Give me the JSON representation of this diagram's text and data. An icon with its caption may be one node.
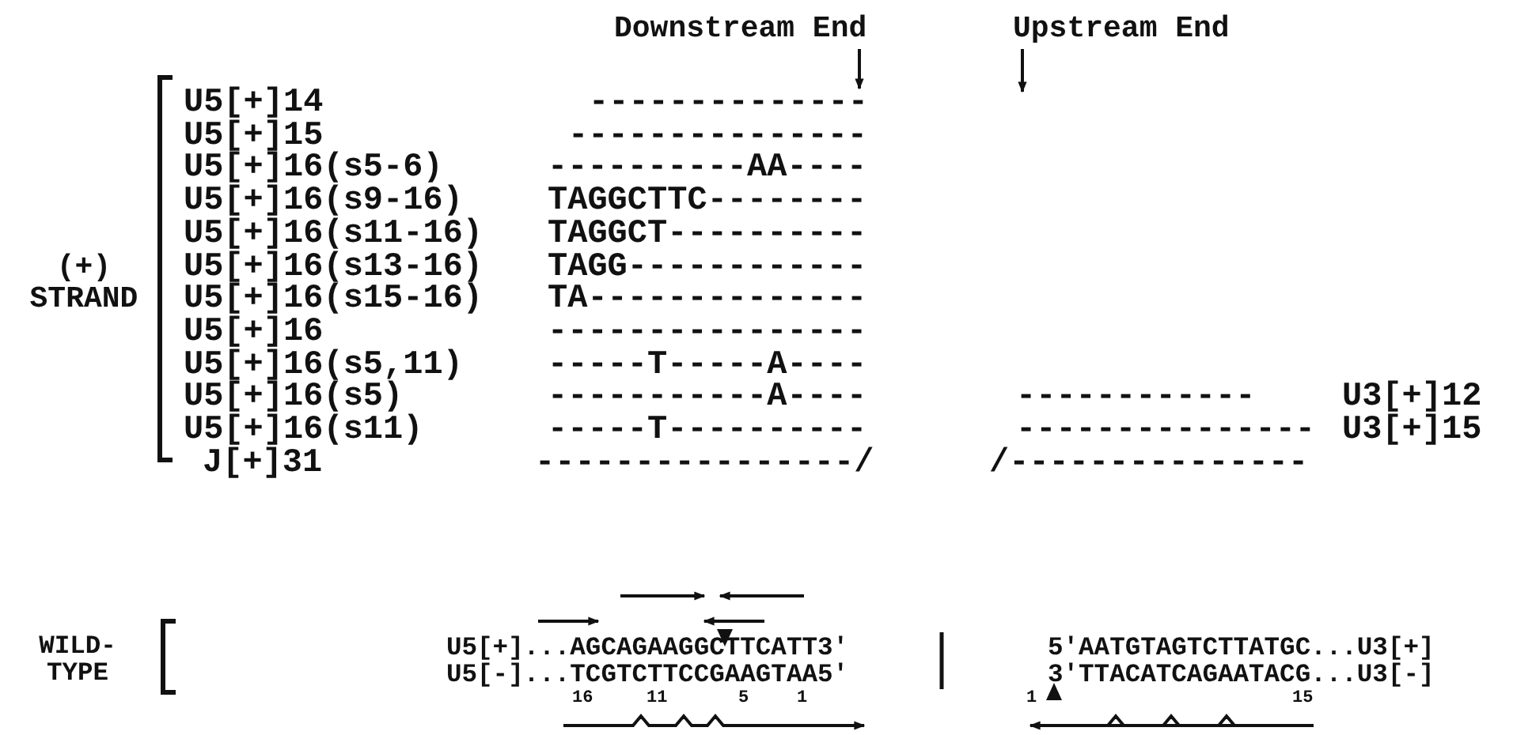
{
  "diagram": {
    "labels": [
      "Downstream End",
      "Upstream End",
      "(+) STRAND",
      "U5[+]14",
      "--------------",
      "U5[+]15",
      "---------------",
      "U5[+]16(s5-6)",
      "----------AA----",
      "U5[+]16(s9-16)",
      "TAGGCTTC--------",
      "U5[+]16(s11-16)",
      "TAGGCT----------",
      "U5[+]16(s13-16)",
      "TAGG------------",
      "U5[+]16(s15-16)",
      "TA--------------",
      "U5[+]16",
      "----------------",
      "U5[+]16(s5,11)",
      "-----T-----A----",
      "U5[+]16(s5)",
      "-----------A----",
      "------------",
      "U3[+]12",
      "U5[+]16(s11)",
      "-----T----------",
      "---------------",
      "U3[+]15",
      "J[+]31",
      "----------------/",
      "/---------------",
      "WILD- TYPE",
      "U5[+]...AGCAGAAGGCTTCATT3'",
      "5'AATGTAGTCTTATGC...U3[+]",
      "U5[-]...TCGTCTTCCGAAGTAA5'",
      "3'TTACATCAGAATACG...U3[-]",
      "16",
      "11",
      "5",
      "1",
      "1",
      "15"
    ]
  }
}
